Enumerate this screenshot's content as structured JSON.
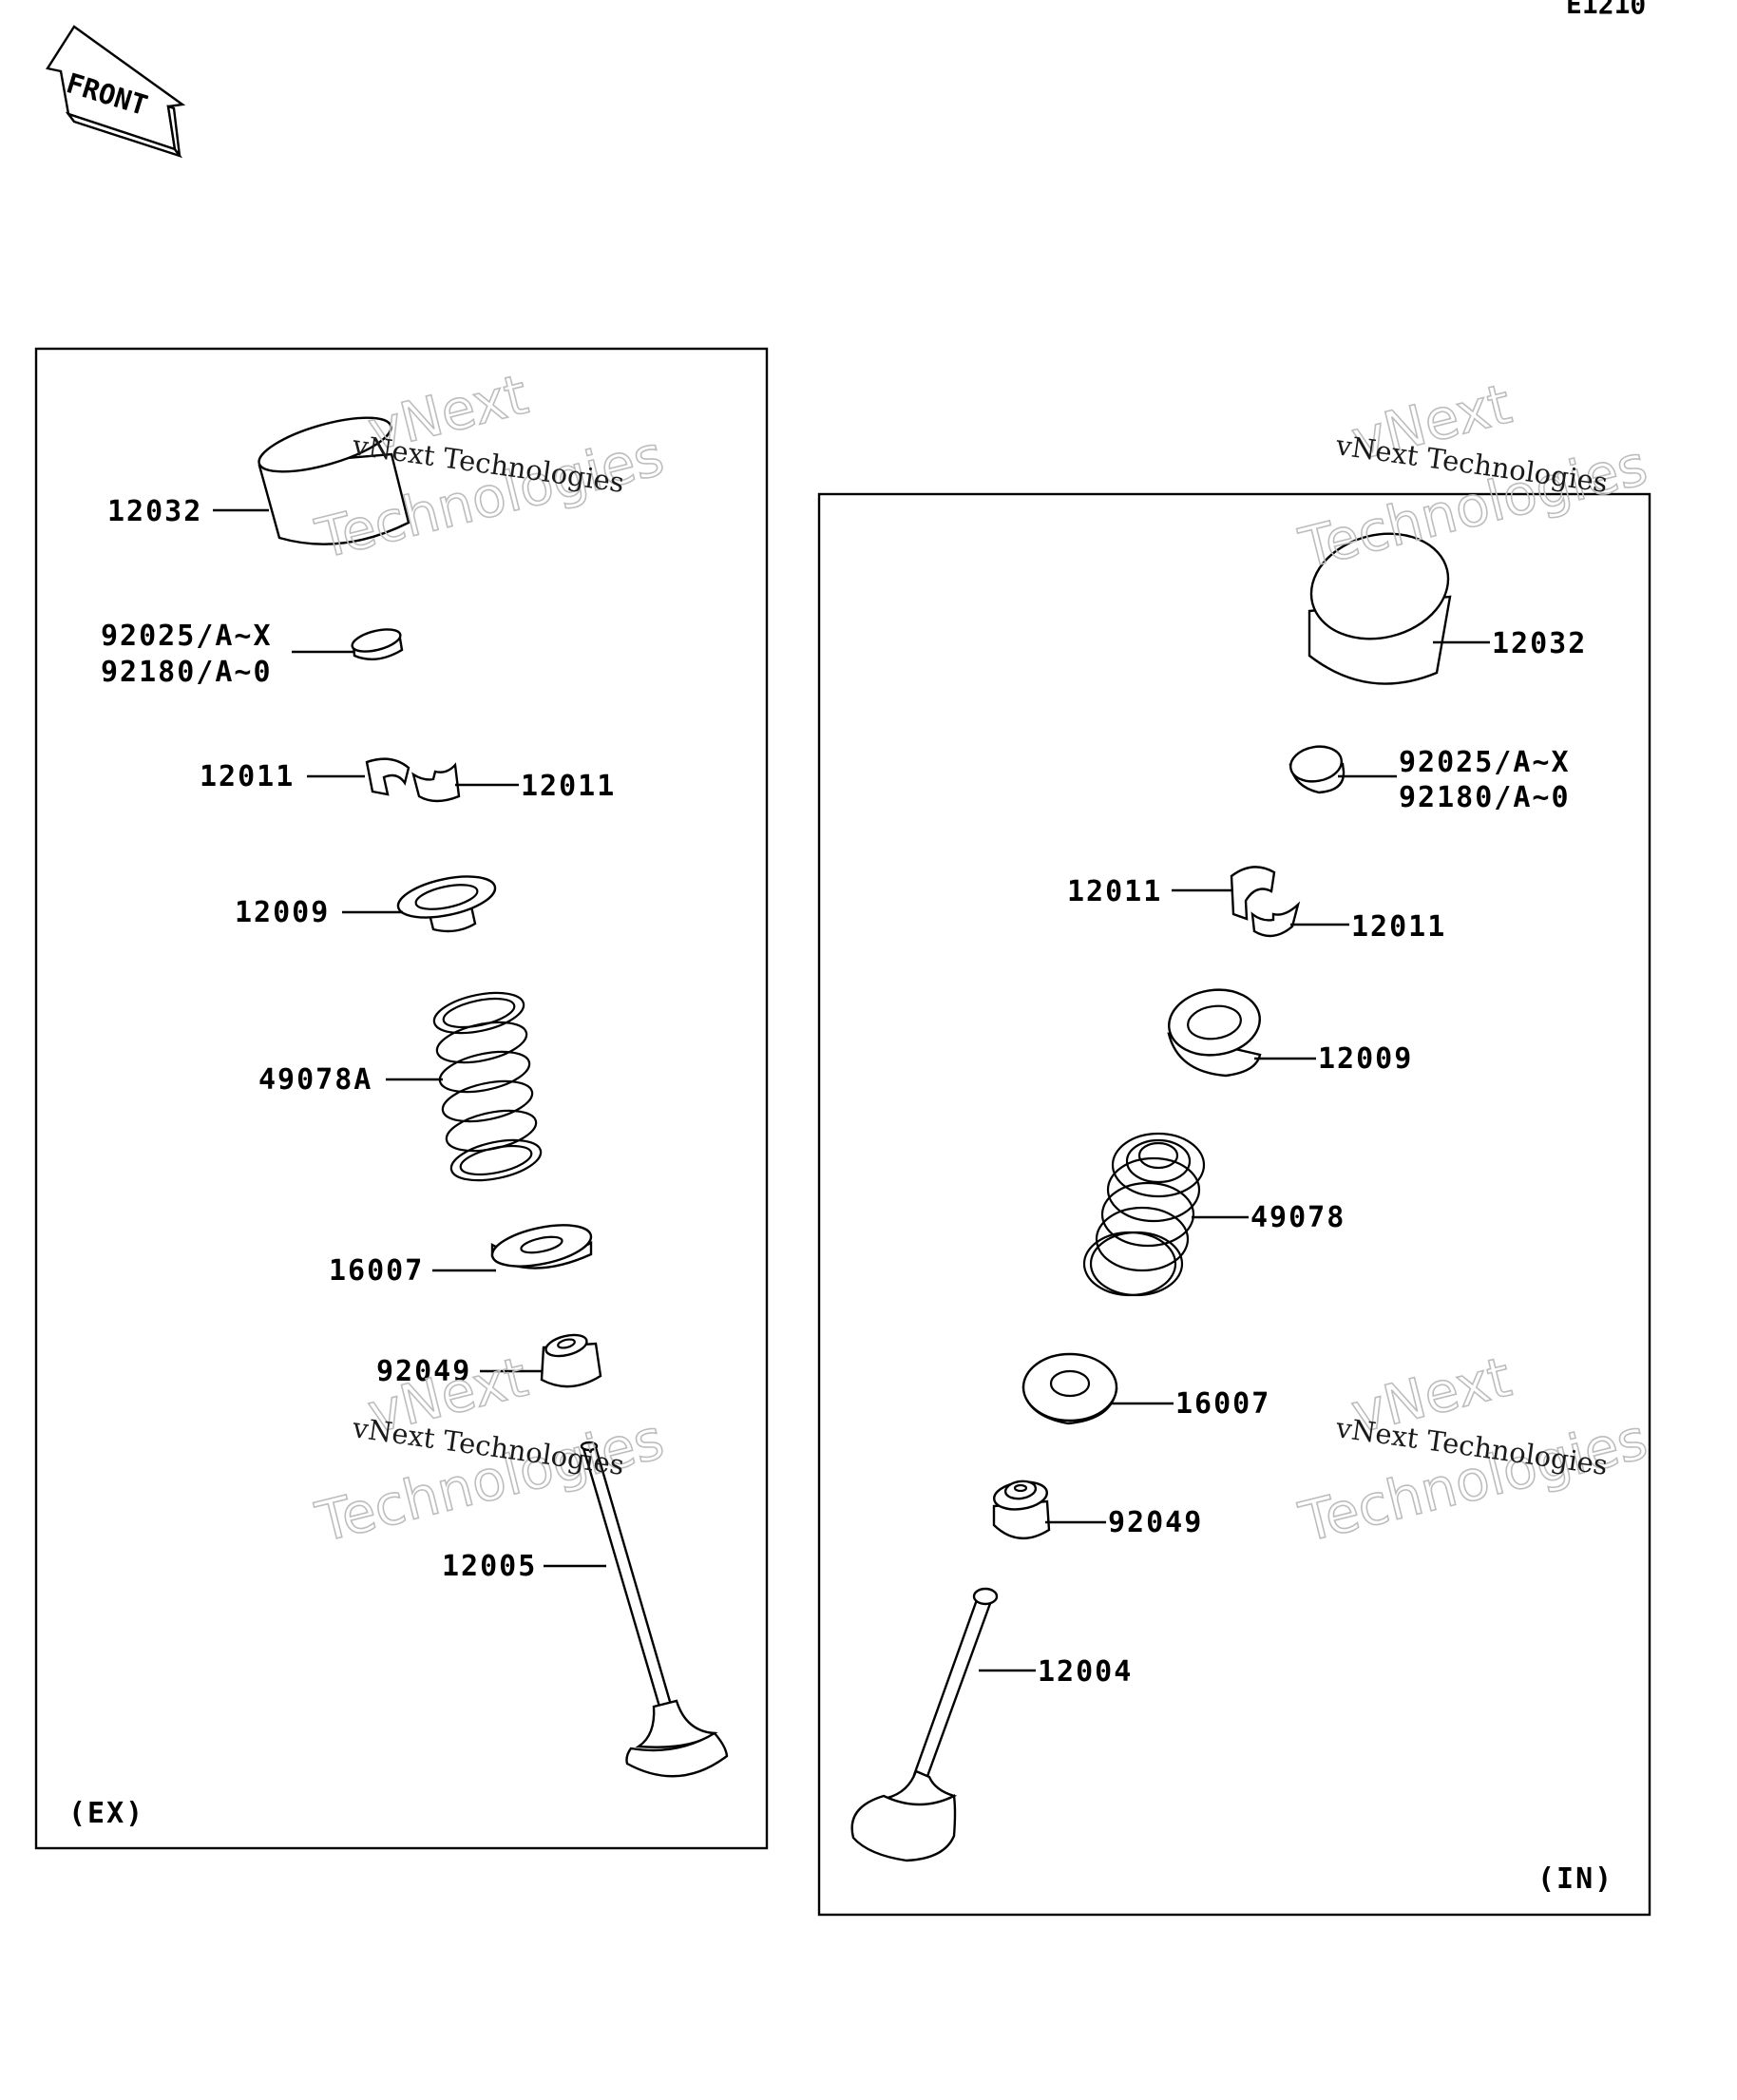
{
  "page_code": "E1210",
  "front_arrow": {
    "text": "FRONT"
  },
  "watermark": {
    "line1": "vNext",
    "line2": "Technologies",
    "small": "vNext Technologies"
  },
  "panels": {
    "exhaust": {
      "tag": "(EX)",
      "parts": {
        "tappet": "12032",
        "shim_a": "92025/A~X",
        "shim_b": "92180/A~0",
        "cotter_left": "12011",
        "cotter_right": "12011",
        "retainer": "12009",
        "spring": "49078A",
        "seat": "16007",
        "stem_seal": "92049",
        "valve": "12005"
      }
    },
    "intake": {
      "tag": "(IN)",
      "parts": {
        "tappet": "12032",
        "shim_a": "92025/A~X",
        "shim_b": "92180/A~0",
        "cotter_top": "12011",
        "cotter_bottom": "12011",
        "retainer": "12009",
        "spring": "49078",
        "seat": "16007",
        "stem_seal": "92049",
        "valve": "12004"
      }
    }
  },
  "colors": {
    "ink": "#000000",
    "paper": "#ffffff",
    "watermark": "#bdbdbd"
  }
}
